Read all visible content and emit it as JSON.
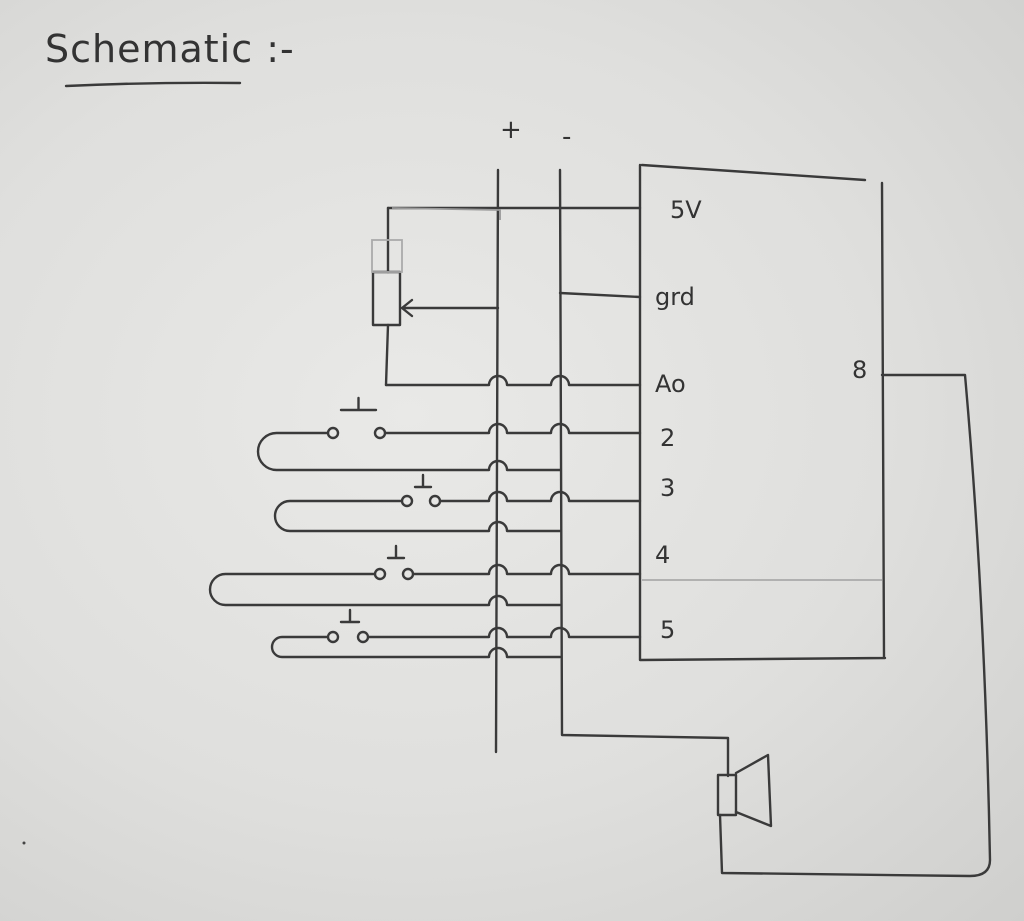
{
  "title": "Schematic :-",
  "rails": {
    "positive": "+",
    "negative": "-"
  },
  "arduino_pins": {
    "v5": "5V",
    "gnd": "grd",
    "a0": "Ao",
    "p2": "2",
    "p3": "3",
    "p4": "4",
    "p5": "5",
    "p8": "8"
  },
  "colors": {
    "paper": "#e3e3e1",
    "pencil": "#3a3a3a"
  }
}
